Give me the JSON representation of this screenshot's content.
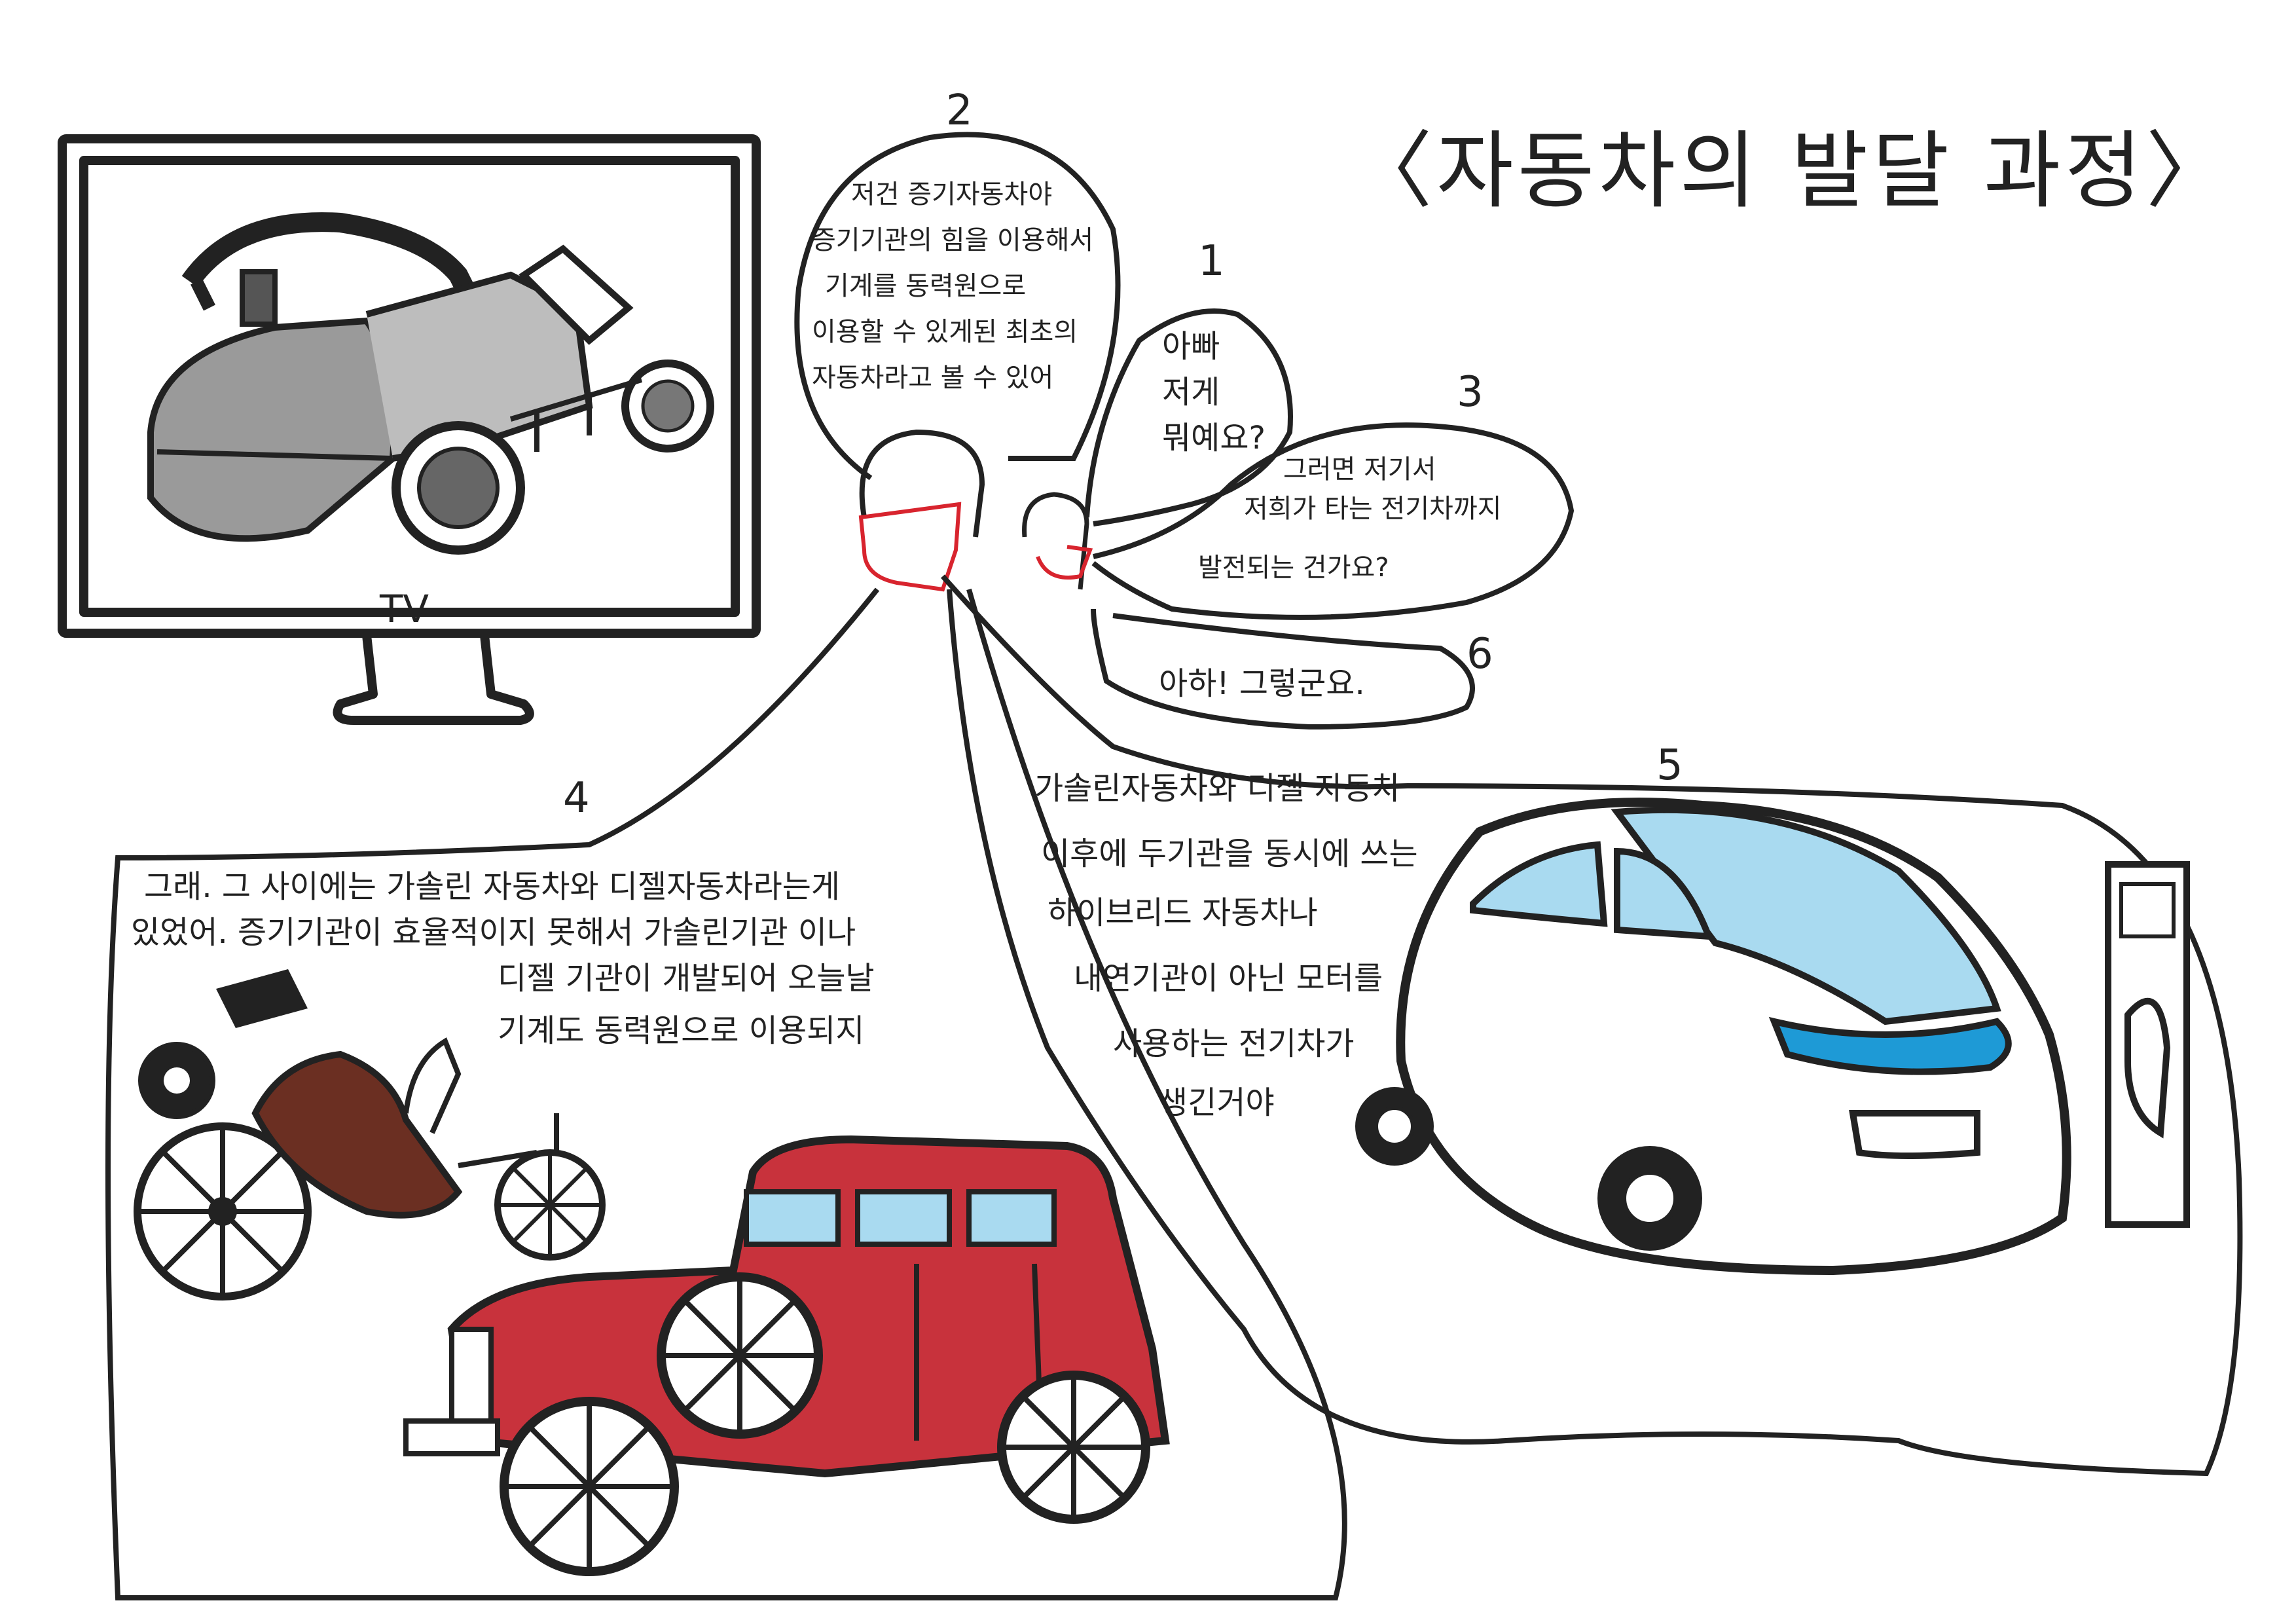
{
  "title": "〈자동차의  발달 과정〉",
  "tv_label": "TV",
  "bubbles": [
    {
      "number": "1",
      "lines": [
        "아빠",
        "저게",
        "뭐예요?"
      ]
    },
    {
      "number": "2",
      "lines": [
        "저건 증기자동차야",
        "증기기관의 힘을 이용해서",
        "기계를 동력원으로",
        "이용할 수 있게된 최초의",
        "자동차라고 볼 수 있어"
      ]
    },
    {
      "number": "3",
      "lines": [
        "그러면 저기서",
        "저희가 타는 전기차까지",
        "발전되는 건가요?"
      ]
    },
    {
      "number": "4",
      "lines": [
        "그래. 그 사이에는 가솔린 자동차와 디젤자동차라는게",
        "있었어. 증기기관이 효율적이지 못해서 가솔린기관 이나",
        "디젤 기관이 개발되어 오늘날",
        "기계도 동력원으로 이용되지"
      ]
    },
    {
      "number": "5",
      "lines": [
        "가솔린자동차와 디젤 자동차",
        "이후에 두기관을 동시에 쓰는",
        "하이브리드 자동차나",
        "내연기관이 아닌 모터를",
        "사용하는 전기차가",
        "생긴거야"
      ]
    },
    {
      "number": "6",
      "lines": [
        "아하! 그렇군요."
      ]
    }
  ],
  "colors": {
    "ink": "#222222",
    "mask_red": "#d8242e",
    "old_car_red": "#c8323c",
    "ev_blue": "#1e9ad6",
    "ev_glass": "#a9daf0",
    "steam_car_gray": "#8c8c8c",
    "carriage_brown": "#6b2f22"
  }
}
